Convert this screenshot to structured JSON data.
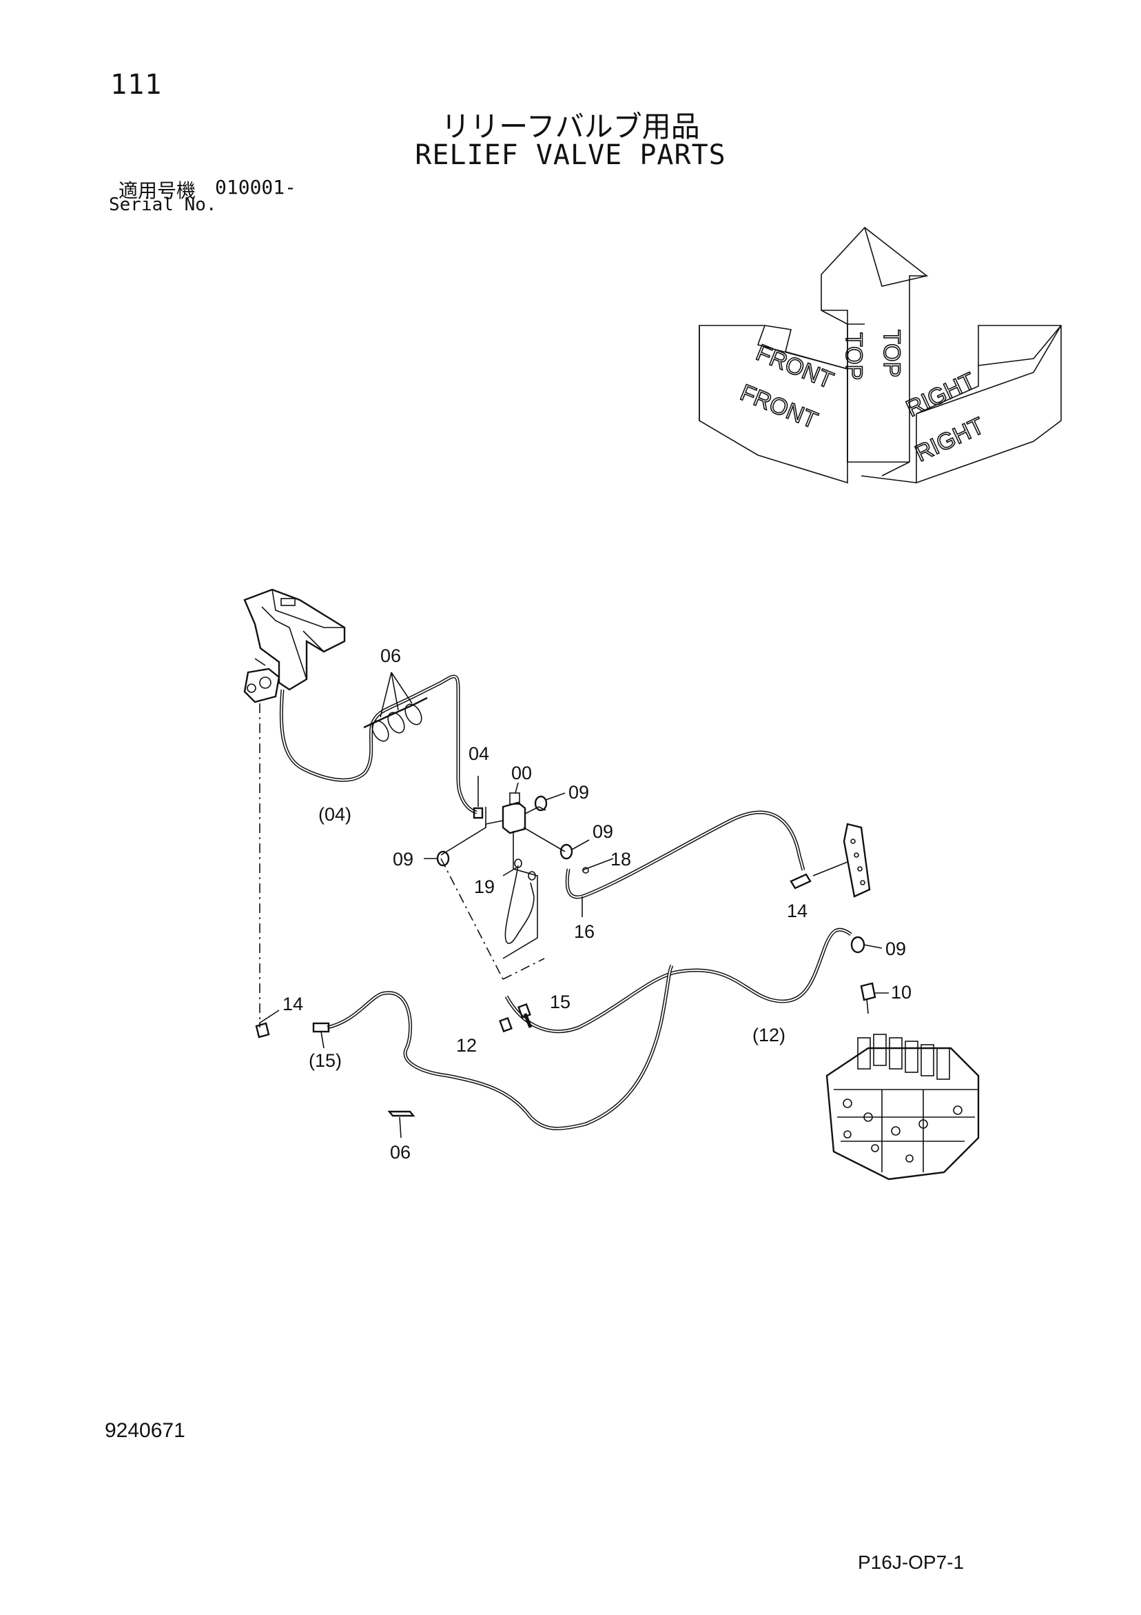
{
  "page_number": "111",
  "title_jp": "リリーフバルブ用品",
  "title_en": "RELIEF VALVE PARTS",
  "serial": {
    "label_jp": "適用号機",
    "number": "010001-",
    "label_en": "Serial No."
  },
  "orientation": {
    "top": "TOP",
    "front": "FRONT",
    "right": "RIGHT"
  },
  "callouts": {
    "c06_top": "06",
    "c04": "04",
    "c04_paren": "(04)",
    "c00": "00",
    "c09_a": "09",
    "c09_b": "09",
    "c09_left": "09",
    "c18": "18",
    "c19": "19",
    "c16": "16",
    "c14_right": "14",
    "c09_right": "09",
    "c10": "10",
    "c14_left": "14",
    "c15_paren": "(15)",
    "c15": "15",
    "c12": "12",
    "c12_paren": "(12)",
    "c06_bottom": "06"
  },
  "document_number": "9240671",
  "page_code": "P16J-OP7-1"
}
